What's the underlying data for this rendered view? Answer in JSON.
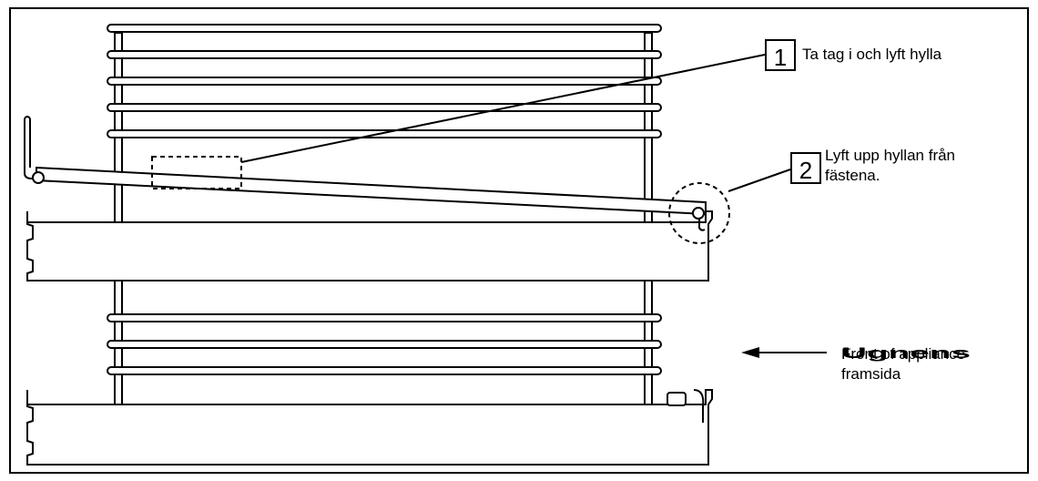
{
  "steps": [
    {
      "number": "1",
      "text": "Ta tag i och lyft hylla"
    },
    {
      "number": "2",
      "line1": "Lyft upp hyllan från",
      "line2": "fästena."
    }
  ],
  "direction": {
    "overlay_a": "Front of appliance",
    "overlay_b": "Ugnens",
    "line2": "framsida"
  },
  "colors": {
    "stroke": "#000000",
    "background": "#ffffff"
  }
}
